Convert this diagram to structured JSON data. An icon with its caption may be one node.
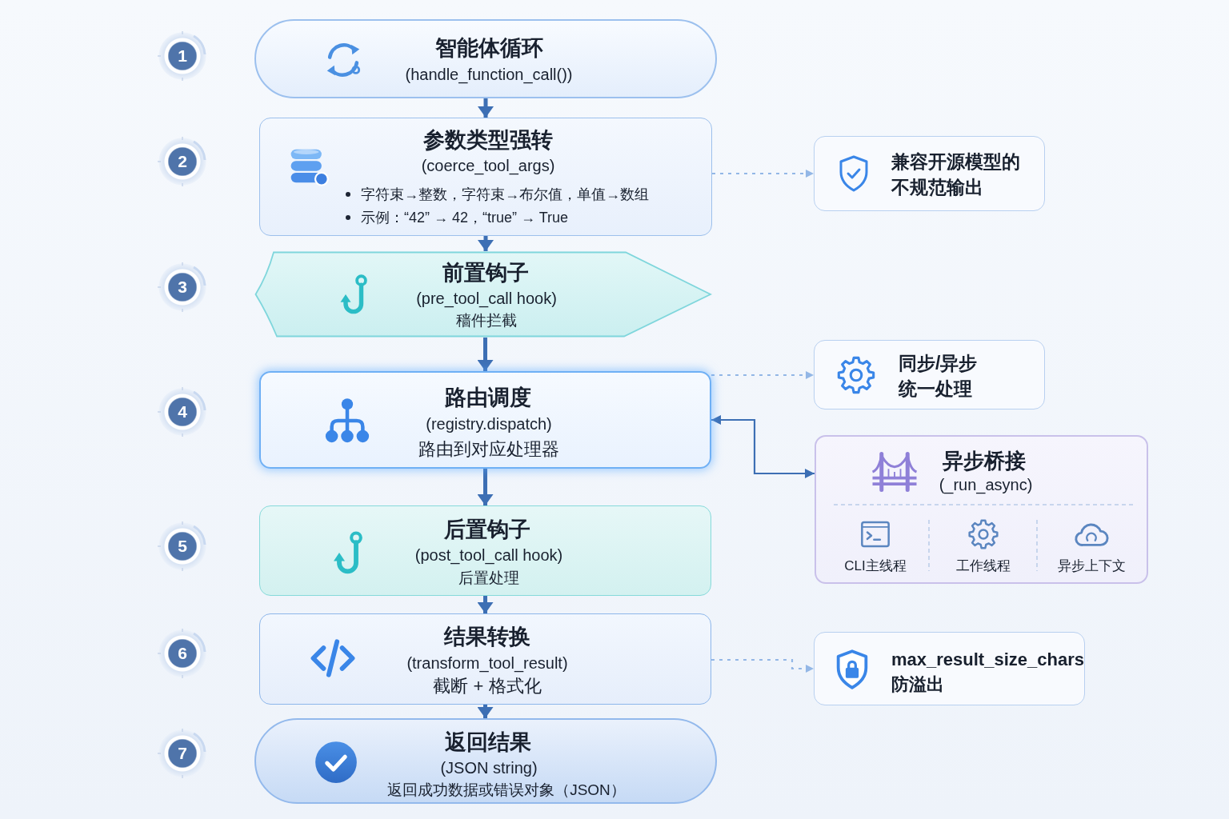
{
  "diagram": {
    "nodes": [
      {
        "text": [
          "智能体循环",
          "(handle_function_call())"
        ]
      },
      {
        "text": [
          "参数类型强转",
          "(coerce_tool_args)",
          "字符束→整数，字符束→布尔值，单值→数组",
          "示例：“42” → 42，“true” → True"
        ]
      },
      {
        "text": [
          "前置钩子",
          "(pre_tool_call hook)",
          "穑件拦截"
        ]
      },
      {
        "text": [
          "路由调度",
          "(registry.dispatch)",
          "路由到对应处理器"
        ]
      },
      {
        "text": [
          "后置钩子",
          "(post_tool_call hook)",
          "后置处理"
        ]
      },
      {
        "text": [
          "结果转换",
          "(transform_tool_result)",
          "截断 + 格式化"
        ]
      },
      {
        "text": [
          "返回结果",
          "(JSON string)",
          "返回成功数据或错误对象（JSON）"
        ]
      },
      {
        "text": [
          "兼容开源模型的不规范输出"
        ]
      },
      {
        "text": [
          "同步/异步统一处理"
        ]
      },
      {
        "text": [
          "异步桥接",
          "(_run_async)",
          "CLI主线程",
          "工作线程",
          "异步上下文"
        ]
      },
      {
        "text": [
          "max_result_size_chars",
          "防溢出"
        ]
      }
    ],
    "edges": [
      {
        "from": 0,
        "to": 1,
        "arrow": "to"
      },
      {
        "from": 1,
        "to": 2,
        "arrow": "to"
      },
      {
        "from": 2,
        "to": 3,
        "arrow": "to"
      },
      {
        "from": 3,
        "to": 4,
        "arrow": "to"
      },
      {
        "from": 4,
        "to": 5,
        "arrow": "to"
      },
      {
        "from": 5,
        "to": 6,
        "arrow": "to"
      },
      {
        "from": 1,
        "to": 7,
        "arrow": "to",
        "style": "dashed",
        "color": "#93b7e6"
      },
      {
        "from": 3,
        "to": 8,
        "arrow": "to",
        "style": "dashed",
        "color": "#93b7e6"
      },
      {
        "from": 3,
        "to": 9,
        "arrow": "both"
      },
      {
        "from": 5,
        "to": 10,
        "arrow": "to",
        "style": "dashed",
        "color": "#93b7e6"
      }
    ],
    "labels": [
      "1",
      "2",
      "3",
      "4",
      "5",
      "6",
      "7"
    ]
  }
}
